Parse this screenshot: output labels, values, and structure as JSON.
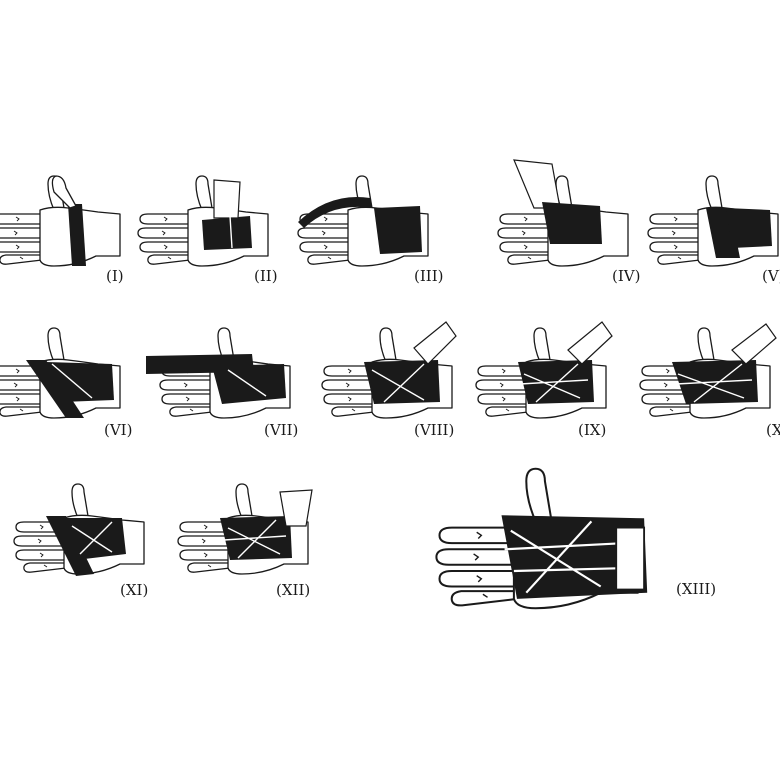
{
  "steps": [
    {
      "label": "(I)"
    },
    {
      "label": "(II)"
    },
    {
      "label": "(III)"
    },
    {
      "label": "(IV)"
    },
    {
      "label": "(V)"
    },
    {
      "label": "(VI)"
    },
    {
      "label": "(VII)"
    },
    {
      "label": "(VIII)"
    },
    {
      "label": "(IX)"
    },
    {
      "label": "(X)"
    },
    {
      "label": "(XI)"
    },
    {
      "label": "(XII)"
    },
    {
      "label": "(XIII)"
    }
  ]
}
